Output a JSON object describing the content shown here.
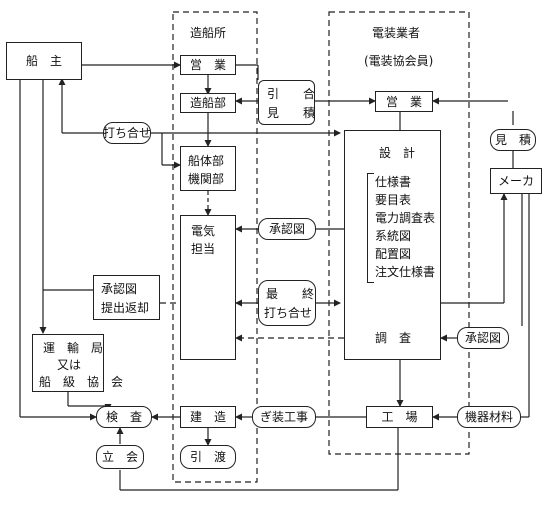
{
  "headers": {
    "shipyard": "造船所",
    "electric_contractor": "電装業者",
    "electric_association": "(電装協会員)"
  },
  "nodes": {
    "owner": "船　主",
    "sales_shipyard": "営　業",
    "shipbuilding_dept": "造船部",
    "hull_dept": "船体部",
    "engine_dept": "機関部",
    "electric_dept": "電気",
    "electric_dept_2": "担当",
    "sales_contractor": "営　業",
    "design": "設　計",
    "design_items": [
      "仕様書",
      "要目表",
      "電力調査表",
      "系統図",
      "配置図",
      "注文仕様書"
    ],
    "survey": "調　査",
    "maker": "メーカ",
    "transport_bureau": [
      "運　輸　局",
      "又は",
      "船　級　協　会"
    ],
    "inspection": "検　査",
    "construction": "建　造",
    "delivery": "引　渡",
    "factory": "工　場",
    "witness": "立　会"
  },
  "labels": {
    "inquiry_estimate": [
      "引　　合",
      "見　　積"
    ],
    "meeting": "打ち合せ",
    "approval_drawing": "承認図",
    "approval_submit_return": [
      "承認図",
      "提出返却"
    ],
    "final_meeting": [
      "最　　終",
      "打ち合せ"
    ],
    "estimate": "見　積",
    "approval_drawing_maker": "承認図",
    "fitting_work": "ぎ装工事",
    "equipment_material": "機器材料"
  }
}
